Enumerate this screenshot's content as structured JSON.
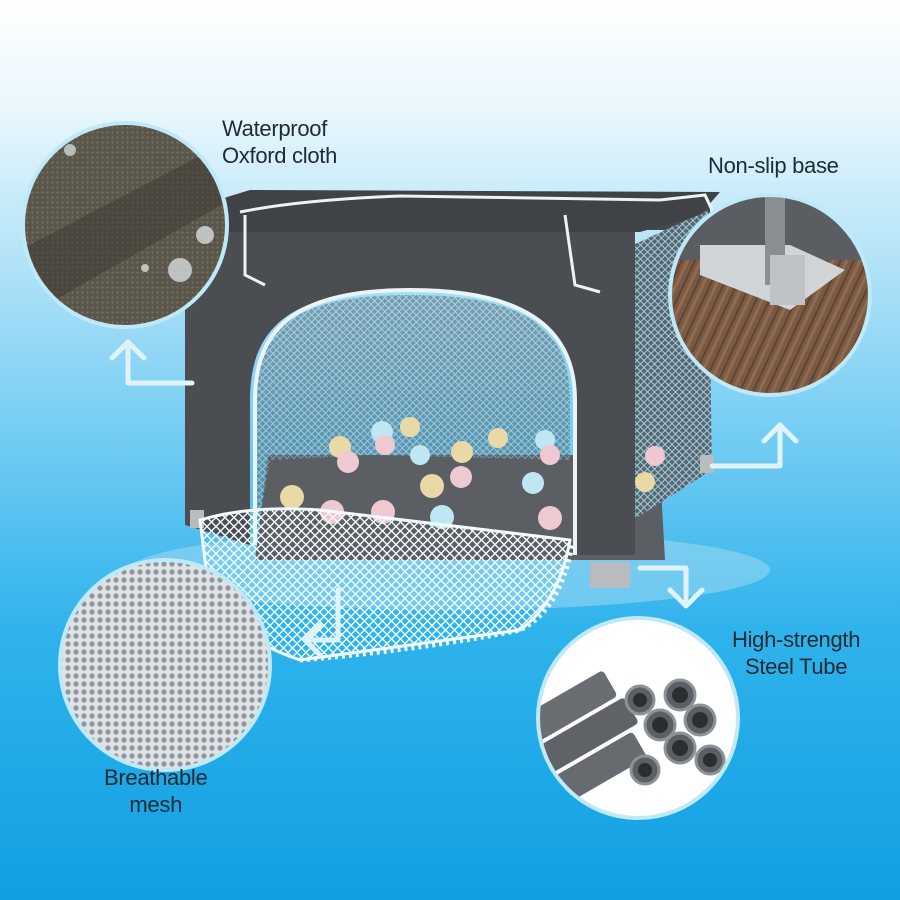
{
  "callouts": {
    "waterproof": {
      "line1": "Waterproof",
      "line2": "Oxford cloth"
    },
    "nonslip": {
      "line1": "Non-slip base"
    },
    "steel": {
      "line1": "High-strength",
      "line2": "Steel Tube"
    },
    "mesh": {
      "line1": "Breathable",
      "line2": "mesh"
    }
  },
  "colors": {
    "fabric": "#4a4d52",
    "fabric_dark": "#3a3c40",
    "mesh_trim": "#e8f4f6",
    "arrow": "#dff3fb",
    "ball_yellow": "#e8d9a6",
    "ball_pink": "#efc9d2",
    "ball_blue": "#bfe6f3"
  }
}
